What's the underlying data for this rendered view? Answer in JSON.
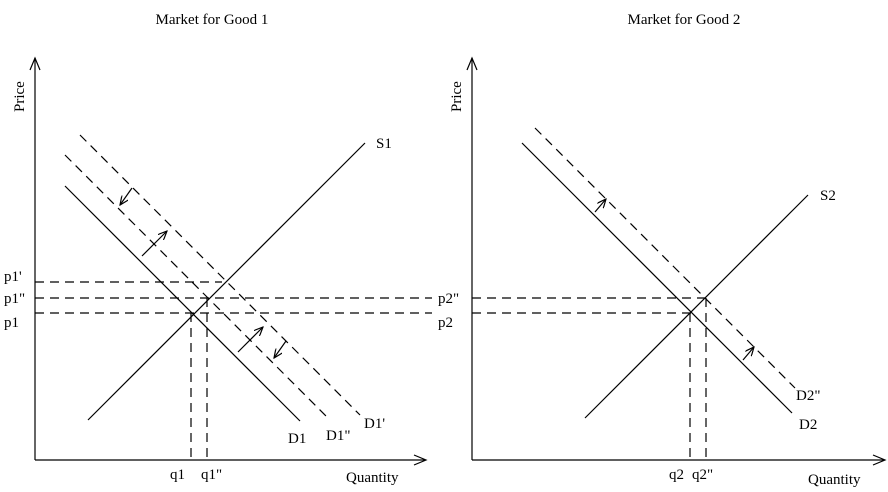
{
  "left": {
    "title": "Market for Good 1",
    "y_axis": "Price",
    "x_axis": "Quantity",
    "curves": {
      "supply": "S1",
      "demand": "D1",
      "demand_shift1": "D1'",
      "demand_shift2": "D1\""
    },
    "price_labels": {
      "p_shift1": "p1'",
      "p_shift2": "p1\"",
      "p_base": "p1"
    },
    "quantity_labels": {
      "q_base": "q1",
      "q_shift2": "q1\""
    }
  },
  "right": {
    "title": "Market for Good 2",
    "y_axis": "Price",
    "x_axis": "Quantity",
    "curves": {
      "supply": "S2",
      "demand": "D2",
      "demand_shift": "D2\""
    },
    "price_labels": {
      "p_shift": "p2\"",
      "p_base": "p2"
    },
    "quantity_labels": {
      "q_base": "q2",
      "q_shift": "q2\""
    }
  }
}
